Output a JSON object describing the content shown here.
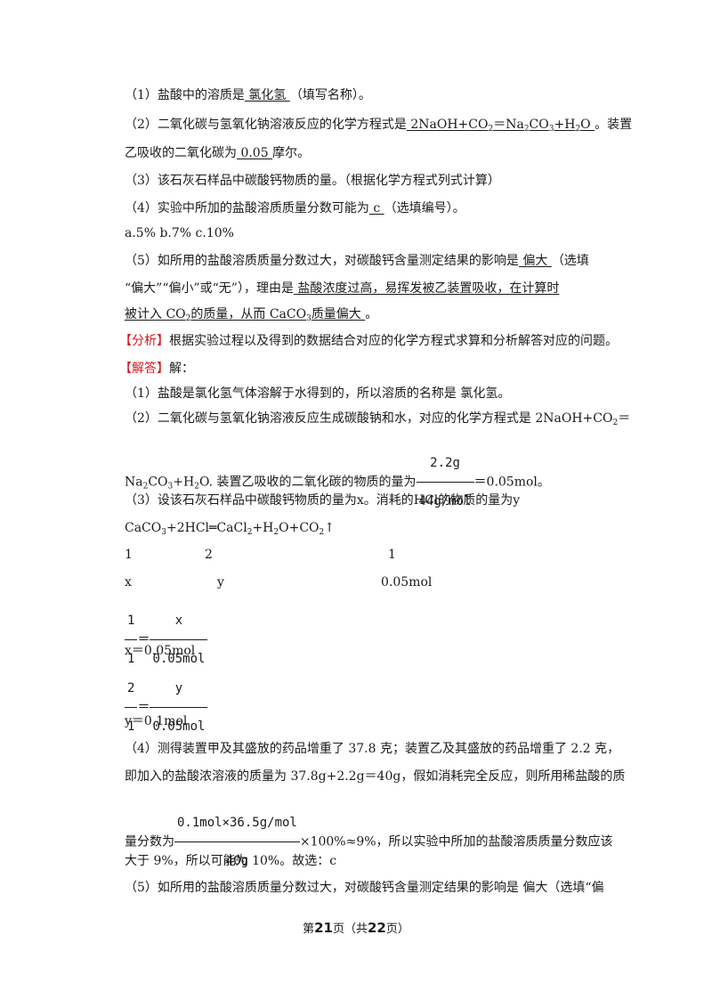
{
  "q1": {
    "pre": "（1）盐酸中的溶质是",
    "ans": "  氯化氢  ",
    "post": "（填写名称）。"
  },
  "q2": {
    "pre": "（2）二氧化碳与氢氧化钠溶液反应的化学方程式是",
    "ans_a": "  2NaOH+CO",
    "ans_sub": "2",
    "ans_b": "＝Na",
    "ans_sub2": "2",
    "ans_c": "CO",
    "ans_sub3": "3",
    "ans_d": "+H",
    "ans_sub4": "2",
    "ans_e": "O  ",
    "post": "。装置",
    "line2_pre": "乙吸收的二氧化碳为",
    "line2_ans": "  0.05  ",
    "line2_post": "摩尔。"
  },
  "q3": "（3）该石灰石样品中碳酸钙物质的量。（根据化学方程式列式计算）",
  "q4": {
    "pre": "（4）实验中所加的盐酸溶质质量分数可能为",
    "ans": "  c  ",
    "post": "（选填编号）。"
  },
  "q4_options": "a.5%  b.7%  c.10%",
  "q5": {
    "pre": "（5）如所用的盐酸溶质质量分数过大，对碳酸钙含量测定结果的影响是",
    "ans": "  偏大  ",
    "post": "（选填",
    "line2_pre": "“偏大”“偏小”或“无”），理由是",
    "line2_ans": "  盐酸浓度过高，易挥发被乙装置吸收，在计算时",
    "line3_ans_a": "被计入 CO",
    "line3_sub": "2",
    "line3_ans_b": "的质量，从而 CaCO",
    "line3_sub2": "3",
    "line3_ans_c": "质量偏大  ",
    "line3_post": "。"
  },
  "analysis": {
    "tag": "【分析】",
    "text": "根据实验过程以及得到的数据结合对应的化学方程式求算和分析解答对应的问题。"
  },
  "answer": {
    "tag": "【解答】",
    "text": "解："
  },
  "s1": "（1）盐酸是氯化氢气体溶解于水得到的，所以溶质的名称是 氯化氢。",
  "s2": {
    "l1": "（2）二氧化碳与氢氧化钠溶液反应生成碳酸钠和水，对应的化学方程式是 2NaOH+CO",
    "l1_sub": "2",
    "l1_end": "＝",
    "l2_a": "Na",
    "l2_sub": "2",
    "l2_b": "CO",
    "l2_sub2": "3",
    "l2_c": "+H",
    "l2_sub3": "2",
    "l2_d": "O. 装置乙吸收的二氧化碳的物质的量为",
    "frac_num": "2.2g",
    "frac_den": "44g/mol",
    "l2_end": "＝0.05mol。"
  },
  "s3": {
    "l1": "（3）设该石灰石样品中碳酸钙物质的量为x。消耗的HCl的物质的量为y",
    "eq_a": "CaCO",
    "eq_s1": "3",
    "eq_b": "+2HCl═CaCl",
    "eq_s2": "2",
    "eq_c": "+H",
    "eq_s3": "2",
    "eq_d": "O+CO",
    "eq_s4": "2",
    "eq_e": "↑",
    "r1": [
      "1",
      "2",
      "1"
    ],
    "r2": [
      "x",
      "y",
      "0.05mol"
    ],
    "f1_lnum": "1",
    "f1_lden": "1",
    "f1_rnum": "x",
    "f1_rden": "0.05mol",
    "x_res": "x＝0.05mol",
    "f2_lnum": "2",
    "f2_lden": "1",
    "f2_rnum": "y",
    "f2_rden": "0.05mol",
    "y_res": "y＝0.1mol"
  },
  "s4": {
    "l1": "（4）测得装置甲及其盛放的药品增重了 37.8 克；装置乙及其盛放的药品增重了 2.2 克，",
    "l2": "即加入的盐酸浓溶液的质量为 37.8g+2.2g＝40g，假如消耗完全反应，则所用稀盐酸的质",
    "l3_pre": "量分数为",
    "frac_num": "0.1mol×36.5g/mol",
    "frac_den": "40g",
    "l3_post": "×100%≈9%，所以实验中所加的盐酸溶质质量分数应该",
    "l4": "大于 9%，所以可能为 10%。故选：c"
  },
  "s5": "（5）如所用的盐酸溶质质量分数过大，对碳酸钙含量测定结果的影响是 偏大（选填“偏",
  "footer": {
    "a": "第",
    "page": "21",
    "b": "页（共",
    "total": "22",
    "c": "页）"
  }
}
